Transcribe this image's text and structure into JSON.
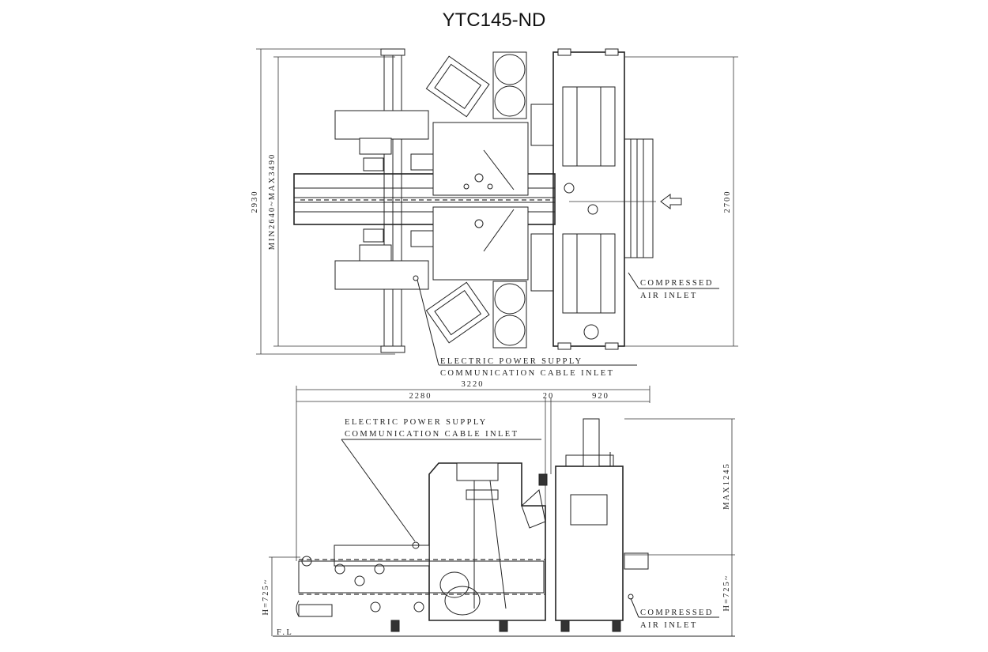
{
  "title": "YTC145-ND",
  "top_view": {
    "dim_total_height": "2930",
    "dim_range": "MIN2640~MAX3490",
    "dim_right": "2700",
    "label_air_1": "COMPRESSED",
    "label_air_2": "AIR INLET",
    "label_power_1": "ELECTRIC POWER SUPPLY",
    "label_power_2": "COMMUNICATION CABLE INLET"
  },
  "side_view": {
    "dim_total_width": "3220",
    "dim_left": "2280",
    "dim_gap": "20",
    "dim_right": "920",
    "dim_max_height": "MAX1245",
    "dim_h_left": "H=725~",
    "dim_h_right": "H=725~",
    "floor_label": "F.L",
    "label_power_1": "ELECTRIC POWER SUPPLY",
    "label_power_2": "COMMUNICATION CABLE INLET",
    "label_air_1": "COMPRESSED",
    "label_air_2": "AIR INLET"
  }
}
